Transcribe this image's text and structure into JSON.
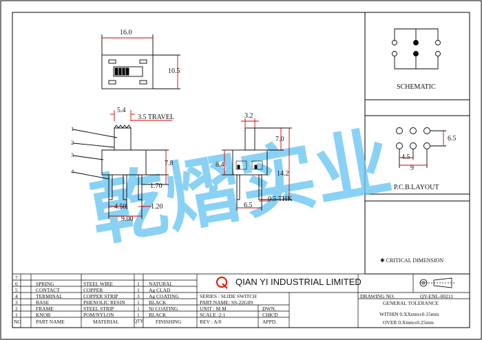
{
  "top_view": {
    "width_dim": "16.0",
    "height_dim": "10.5"
  },
  "side_view": {
    "dim_5_4": "5.4",
    "travel": "3.5 TRAVEL",
    "dim_7_8": "7.8",
    "dim_1_70": "1.70",
    "dim_4_50": "4.50",
    "dim_1_20": "1.20",
    "dim_9_00": "9.00",
    "leaders": [
      "1",
      "2",
      "3",
      "4"
    ]
  },
  "front_view": {
    "dim_3_2": "3.2",
    "dim_7_0": "7.0",
    "dim_8_4": "8.4",
    "dim_14_2": "14.2",
    "dim_6_5": "6.5",
    "thickness": "0.5 THK"
  },
  "schematic": {
    "label": "SCHEMATIC"
  },
  "pcb_layout": {
    "label": "P.C.B.LAYOUT",
    "dim_6_5": "6.5",
    "dim_4_5": "4.5",
    "dim_9": "9"
  },
  "critical_note": "✱ CRITICAL  DIMENSION",
  "watermark": "乾熠实业",
  "company": {
    "name": "QIAN YI INDUSTRIAL LIMITED",
    "logo_letter": "Q"
  },
  "bom": {
    "rows": [
      {
        "no": "7",
        "part": "",
        "material": "",
        "qty": "",
        "finishing": ""
      },
      {
        "no": "6",
        "part": "SPRING",
        "material": "STEEL WIRE",
        "qty": "1",
        "finishing": "NATURAL"
      },
      {
        "no": "5",
        "part": "CONTACT",
        "material": "COPPER",
        "qty": "1",
        "finishing": "Ag CLAD"
      },
      {
        "no": "4",
        "part": "TERMINAL",
        "material": "COPPER STRIP",
        "qty": "3",
        "finishing": "Ag COATING"
      },
      {
        "no": "3",
        "part": "BASE",
        "material": "PHENOLIC RESIN",
        "qty": "1",
        "finishing": "BLACK"
      },
      {
        "no": "2",
        "part": "FRAME",
        "material": "STEEL  STRIP",
        "qty": "1",
        "finishing": "Ni COATING"
      },
      {
        "no": "1",
        "part": "KNOB",
        "material": "POM/NYLON",
        "qty": "1",
        "finishing": "BLACK"
      }
    ],
    "header": {
      "no": "NO",
      "part": "PART NAME",
      "material": "MATERIAL",
      "qty": "QTY",
      "finishing": "FINISHING"
    }
  },
  "title_block": {
    "series": "SERIES : SLIDE SWITCH",
    "part_name": "PART NAME: SS-22G09",
    "unit": "UNIT : M M",
    "scale": "SCALE :2:1",
    "rev": "REV  : A/0",
    "dwn": "DWN.",
    "chkd": "CHK'D",
    "appd": "APPD.",
    "drawing_no_label": "DRAWING NO.",
    "drawing_no": "QY-ENL-00211",
    "tolerance_title": "GENERAL TOLERANCE",
    "tol_within": "WITHIN 0.XXmm±0.15mm",
    "tol_over": "OVER   0.Xmm±0.25mm"
  }
}
